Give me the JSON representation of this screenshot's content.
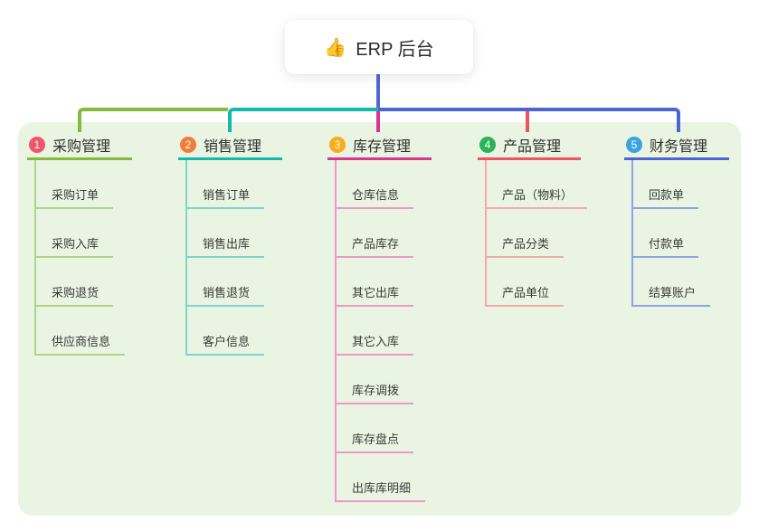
{
  "root": {
    "icon": "👍",
    "title": "ERP 后台"
  },
  "colors": {
    "panel_bg": "#e9f5e2",
    "root_line": "#5568d8"
  },
  "connectors": {
    "green": "#85ba3f",
    "teal": "#14b8ae",
    "blue": "#4b66d4",
    "magenta": "#d9368f",
    "red": "#f0545f"
  },
  "branches": [
    {
      "num": "1",
      "title": "采购管理",
      "badge_color": "#f0556c",
      "line_color": "#85ba3f",
      "light_color": "#aed488",
      "children": [
        "采购订单",
        "采购入库",
        "采购退货",
        "供应商信息"
      ]
    },
    {
      "num": "2",
      "title": "销售管理",
      "badge_color": "#f57b3c",
      "line_color": "#14b8ae",
      "light_color": "#7fd4cc",
      "children": [
        "销售订单",
        "销售出库",
        "销售退货",
        "客户信息"
      ]
    },
    {
      "num": "3",
      "title": "库存管理",
      "badge_color": "#fbab1c",
      "line_color": "#d9368f",
      "light_color": "#ee97c8",
      "children": [
        "仓库信息",
        "产品库存",
        "其它出库",
        "其它入库",
        "库存调拨",
        "库存盘点",
        "出库库明细"
      ]
    },
    {
      "num": "4",
      "title": "产品管理",
      "badge_color": "#2cb356",
      "line_color": "#f0545f",
      "light_color": "#f7a6aa",
      "children": [
        "产品（物料）",
        "产品分类",
        "产品单位"
      ]
    },
    {
      "num": "5",
      "title": "财务管理",
      "badge_color": "#3aa3e0",
      "line_color": "#4b66d4",
      "light_color": "#8fa3e6",
      "children": [
        "回款单",
        "付款单",
        "结算账户"
      ]
    }
  ]
}
